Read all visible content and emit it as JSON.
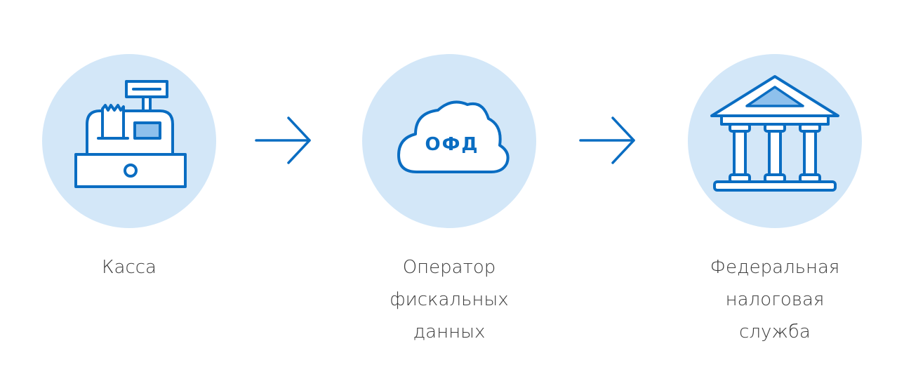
{
  "colors": {
    "circle": "#d3e7f8",
    "stroke": "#0a6dc2",
    "fill_accent": "#8ec0ec",
    "text": "#3d3d3d"
  },
  "steps": [
    {
      "icon": "cash-register-icon",
      "label_lines": [
        "Касса"
      ]
    },
    {
      "icon": "cloud-ofd-icon",
      "icon_text": "ОФД",
      "label_lines": [
        "Оператор",
        "фискальных",
        "данных"
      ]
    },
    {
      "icon": "government-building-icon",
      "label_lines": [
        "Федеральная",
        "налоговая",
        "служба"
      ]
    }
  ],
  "connectors": [
    "arrow-right-icon",
    "arrow-right-icon"
  ]
}
